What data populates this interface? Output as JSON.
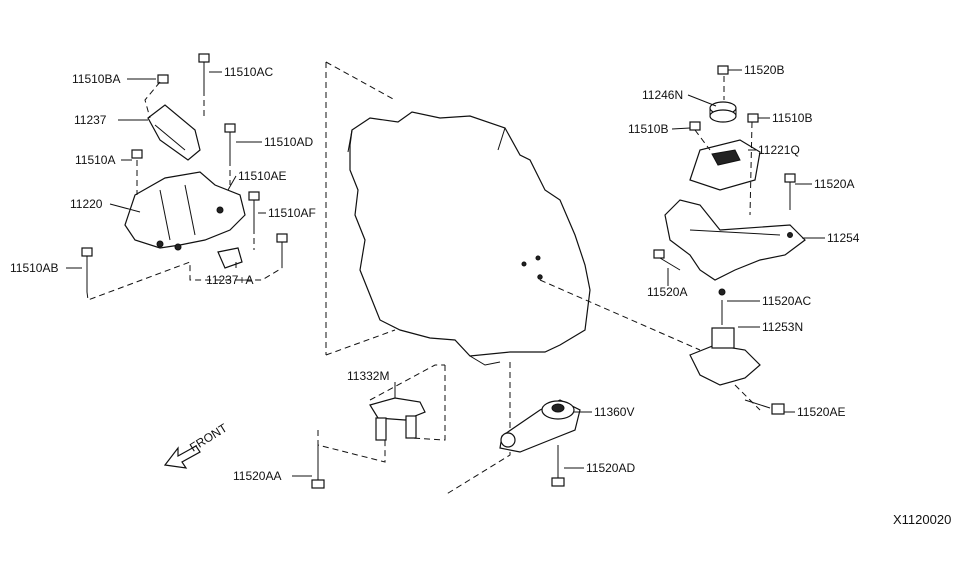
{
  "diagram": {
    "code": "X1120020",
    "direction": "FRONT",
    "labels": {
      "l11510BA": "11510BA",
      "l11510AC": "11510AC",
      "l11237": "11237",
      "l11510AD": "11510AD",
      "l11510A": "11510A",
      "l11510AE": "11510AE",
      "l11220": "11220",
      "l11510AF": "11510AF",
      "l11510AB": "11510AB",
      "l11237A": "11237+A",
      "l11332M": "11332M",
      "l11520AA": "11520AA",
      "l11360V": "11360V",
      "l11520AD": "11520AD",
      "l11520B": "11520B",
      "l11246N": "11246N",
      "l11510B_left": "11510B",
      "l11510B_right": "11510B",
      "l11221Q": "11221Q",
      "l11520A_right": "11520A",
      "l11254": "11254",
      "l11520A_left": "11520A",
      "l11520AC": "11520AC",
      "l11253N": "11253N",
      "l11520AE": "11520AE"
    }
  }
}
